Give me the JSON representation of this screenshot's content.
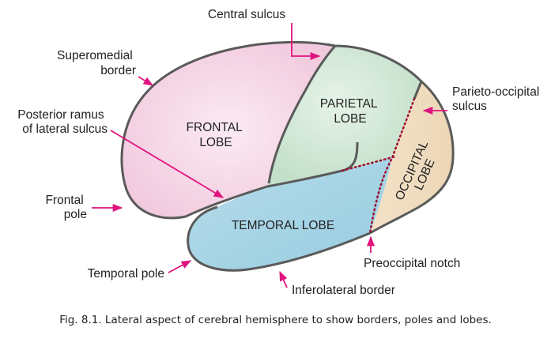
{
  "figure": {
    "caption": "Fig. 8.1. Lateral aspect of cerebral hemisphere to show borders, poles and lobes.",
    "colors": {
      "frontal": "#f4d3e4",
      "parietal": "#cfe6d4",
      "temporal": "#a9d6e6",
      "occipital": "#f0dcbf",
      "outline": "#5a5a5a",
      "arrow": "#e0137f",
      "dotted": "#9b1030"
    },
    "lobes": {
      "frontal": [
        "FRONTAL",
        "LOBE"
      ],
      "parietal": [
        "PARIETAL",
        "LOBE"
      ],
      "temporal": [
        "TEMPORAL LOBE"
      ],
      "occipital": [
        "OCCIPITAL",
        "LOBE"
      ]
    },
    "labels": {
      "central_sulcus": [
        "Central sulcus"
      ],
      "superomedial_border": [
        "Superomedial",
        "border"
      ],
      "posterior_ramus": [
        "Posterior ramus",
        "of lateral sulcus"
      ],
      "frontal_pole": [
        "Frontal",
        "pole"
      ],
      "temporal_pole": [
        "Temporal pole"
      ],
      "inferolateral_border": [
        "Inferolateral border"
      ],
      "preoccipital_notch": [
        "Preoccipital notch"
      ],
      "parieto_occipital_sulcus": [
        "Parieto-occipital",
        "sulcus"
      ]
    }
  }
}
